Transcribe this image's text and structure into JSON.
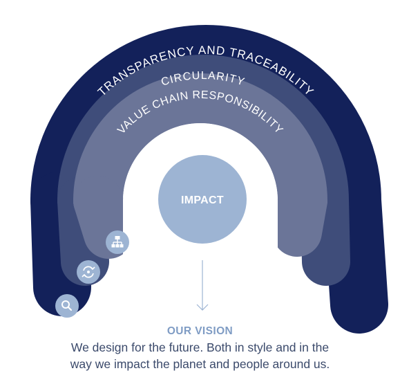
{
  "rings": {
    "outer": {
      "label": "TRANSPARENCY AND TRACEABILITY",
      "color": "#13215a",
      "icon": "search-icon"
    },
    "middle": {
      "label": "CIRCULARITY",
      "color": "#3f4d7a",
      "icon": "recycle-icon"
    },
    "inner": {
      "label": "VALUE CHAIN RESPONSIBILITY",
      "color": "#6b7598",
      "icon": "hierarchy-icon"
    }
  },
  "center": {
    "label": "IMPACT",
    "color": "#9db4d3"
  },
  "vision": {
    "title": "OUR VISION",
    "text": "We design for the future. Both in style and in the way we impact the planet and people around us."
  },
  "colors": {
    "icon_circle": "#9db4d3",
    "arrow": "#9db4d3",
    "vision_title": "#7f9cc4"
  }
}
